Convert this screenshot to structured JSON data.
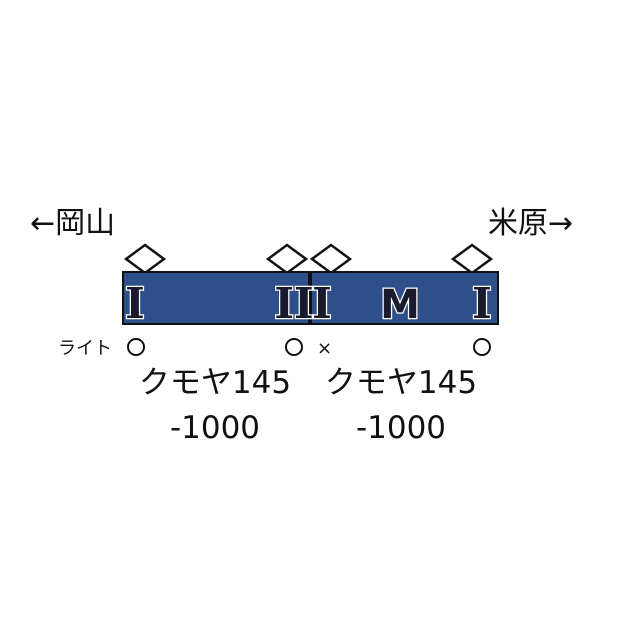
{
  "direction": {
    "left": "←岡山",
    "right": "米原→"
  },
  "light_label": "ライト",
  "car_color": "#2e4f8a",
  "cars": [
    {
      "name": "クモヤ145",
      "number": "-1000",
      "pantographs": 2,
      "marks": [
        "I",
        "II"
      ],
      "left_marker": "circle",
      "right_marker": "circle"
    },
    {
      "name": "クモヤ145",
      "number": "-1000",
      "pantographs": 2,
      "marks": [
        "I",
        "M",
        "I"
      ],
      "left_marker": "×",
      "right_marker": "circle"
    }
  ]
}
